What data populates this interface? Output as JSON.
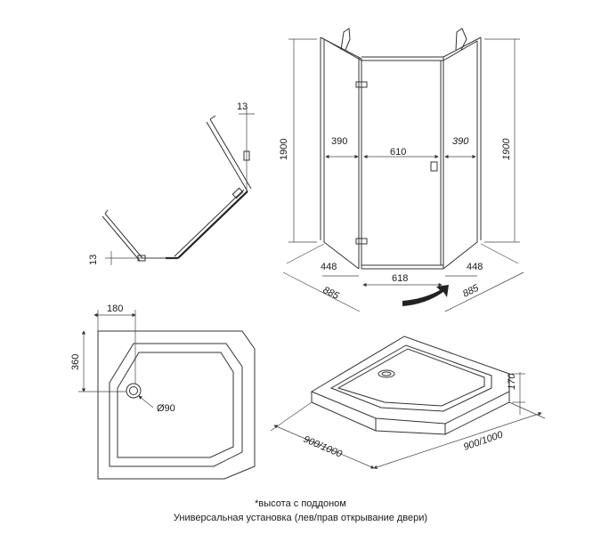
{
  "top_view": {
    "dim_top": "13",
    "dim_left": "13"
  },
  "enclosure": {
    "height_left": "1900",
    "height_right": "1900",
    "side_left": "390",
    "door_width": "610",
    "side_right": "390",
    "base_left": "448",
    "base_center": "618",
    "base_right": "448",
    "depth_left": "885",
    "depth_right": "885"
  },
  "tray_plan": {
    "drain_offset_x": "180",
    "drain_offset_y": "360",
    "drain_diameter": "Ø90"
  },
  "tray_3d": {
    "height": "170",
    "size_left": "900/1000",
    "size_right": "900/1000"
  },
  "footnote": "*высота с поддоном",
  "installation_note": "Универсальная установка (лев/прав открывание двери)"
}
